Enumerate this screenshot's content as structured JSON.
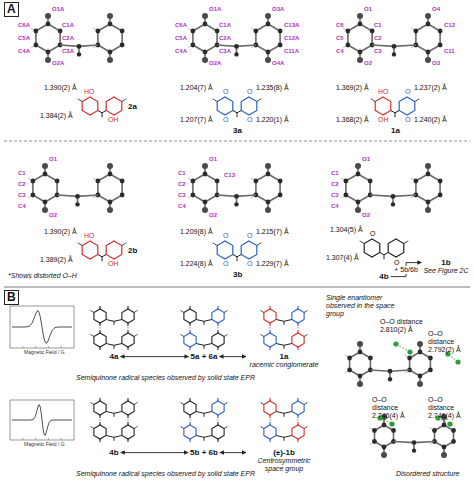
{
  "diagram": {
    "nodes": [
      {
        "text": [
          "4b"
        ]
      },
      {
        "text": [
          "1b",
          "See Figure 2C"
        ]
      },
      {
        "text": [
          "4a"
        ]
      },
      {
        "text": [
          "5a + 6a"
        ]
      },
      {
        "text": [
          "1a",
          "racemic conglomerate"
        ]
      },
      {
        "text": [
          "4b"
        ]
      },
      {
        "text": [
          "5b + 6b"
        ]
      },
      {
        "text": [
          "(±)-1b",
          "Centrosymmetric space group"
        ]
      }
    ],
    "edges": [
      {
        "from": 0,
        "to": 1,
        "arrow": "to",
        "label": "+ 5b/6b"
      },
      {
        "from": 2,
        "to": 3,
        "arrow": "both"
      },
      {
        "from": 3,
        "to": 4,
        "arrow": "both"
      },
      {
        "from": 5,
        "to": 6,
        "arrow": "both"
      },
      {
        "from": 6,
        "to": 7,
        "arrow": "both"
      }
    ],
    "labels": [
      "A",
      "O1A",
      "C6A",
      "C1A",
      "C5A",
      "C2A",
      "C4A",
      "C3A",
      "O2A",
      "O1A",
      "C6A",
      "C1A",
      "C5A",
      "C2A",
      "C4A",
      "C3A",
      "O2A",
      "O3A",
      "C13A",
      "C12A",
      "C11A",
      "O4A",
      "O1",
      "C6",
      "C1",
      "C5",
      "C2",
      "C4",
      "C3",
      "O2",
      "O4",
      "C12",
      "C11",
      "O3",
      "1.390(2) Å",
      "HO",
      "1.384(2) Å",
      "OH",
      "2a",
      "1.204(7) Å",
      "O",
      "O",
      "1.235(8) Å",
      "1.207(7) Å",
      "O",
      "O",
      "1.220(1) Å",
      "3a",
      "1.369(2) Å",
      "HO",
      "O",
      "1.237(2) Å",
      "1.368(2) Å",
      "OH",
      "O",
      "1.240(2) Å",
      "1a",
      "O1",
      "C1",
      "C2",
      "C3",
      "C4",
      "O2",
      "O1",
      "C1",
      "C2",
      "C3",
      "C4",
      "O2",
      "C13",
      "O1",
      "C1",
      "C2",
      "C3",
      "C4",
      "O2",
      "1.390(2) Å",
      "HO",
      "1.389(2) Å",
      "OH",
      "2b",
      "*Shows distorted O–H",
      "1.209(8) Å",
      "O",
      "O",
      "1.215(7) Å",
      "1.224(8) Å",
      "O",
      "O",
      "1.229(7) Å",
      "3b",
      "1.304(5) Å",
      "O",
      "1.307(4) Å",
      "O",
      "B",
      "Magnetic Field / G",
      "Semiquinone radical species observed by solid state EPR",
      "Single enantiomer observed in the space group",
      "O–O distance 2.810(2) Å",
      "O–O distance 2.792(2) Å",
      "Magnetic Field / G",
      "Semiquinone radical species observed by solid state EPR",
      "O–O distance 2.746(4) Å",
      "O–O distance 2.746(4) Å",
      "Disordered structure"
    ]
  }
}
